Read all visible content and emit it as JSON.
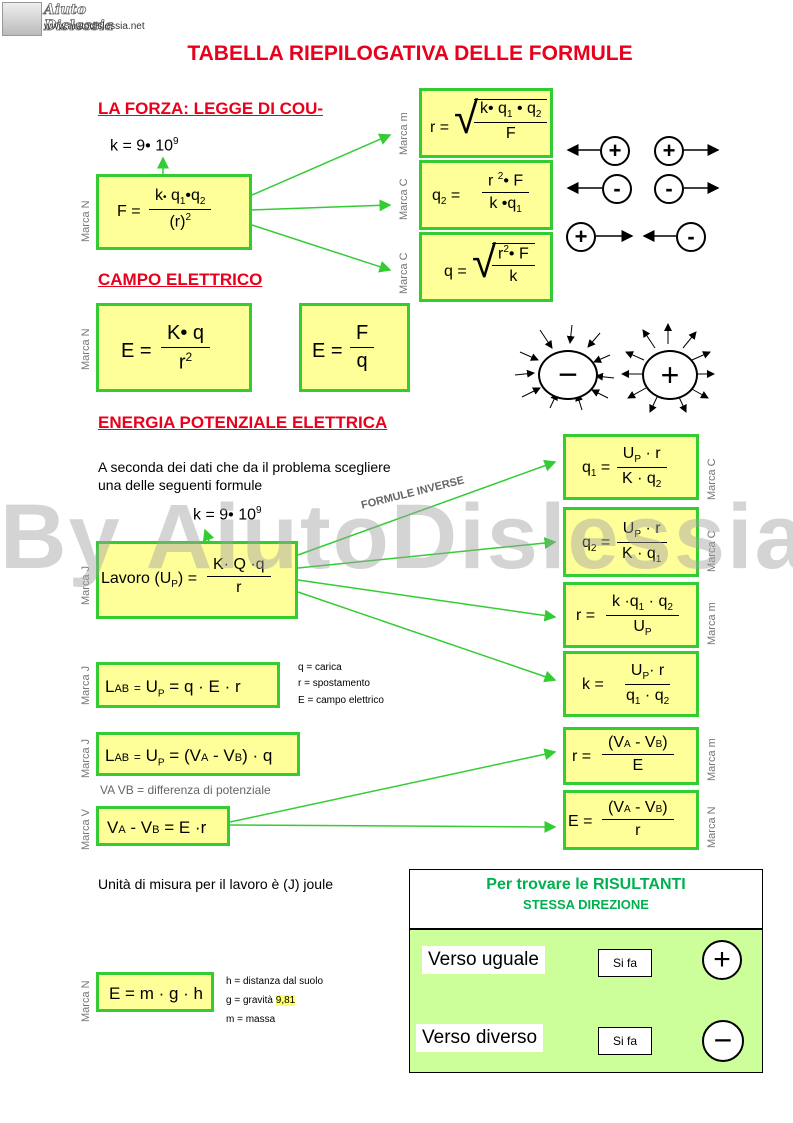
{
  "logo": {
    "name": "Aiuto Dislessia",
    "url": "www.aiutodislessia.net"
  },
  "title": "TABELLA RIEPILOGATIVA DELLE FORMULE",
  "sections": {
    "coulomb": "LA FORZA: LEGGE DI COU-",
    "campo": "CAMPO ELETTRICO",
    "energia": "ENERGIA POTENZIALE ELETTRICA"
  },
  "marche": {
    "m": "Marca m",
    "C": "Marca C",
    "N": "Marca N",
    "J": "Marca J",
    "V": "Marca V"
  },
  "formule_inverse": "FORMULE INVERSE",
  "watermark": "By AiutoDislessia.net",
  "energia_intro_1": "A  seconda dei dati che da il problema scegliere",
  "energia_intro_2": "una delle seguenti formule",
  "legend_lab": [
    "q = carica",
    "r = spostamento",
    "E = campo elettrico"
  ],
  "legend_va": "VA  VB = differenza di potenziale",
  "unita": "Unità di misura  per il lavoro è (J) joule",
  "legend_mgh": [
    "h = distanza dal  suolo",
    "g = gravità",
    "m = massa"
  ],
  "gravity_value": "9,81",
  "risultanti": {
    "title": "Per trovare le RISULTANTI",
    "subtitle": "STESSA DIREZIONE",
    "verso_uguale": "Verso uguale",
    "verso_diverso": "Verso diverso",
    "si_fa": "Si fa"
  },
  "colors": {
    "red": "#e8001c",
    "green": "#33cc33",
    "yellow": "#ffff99",
    "title_green": "#00b050"
  }
}
